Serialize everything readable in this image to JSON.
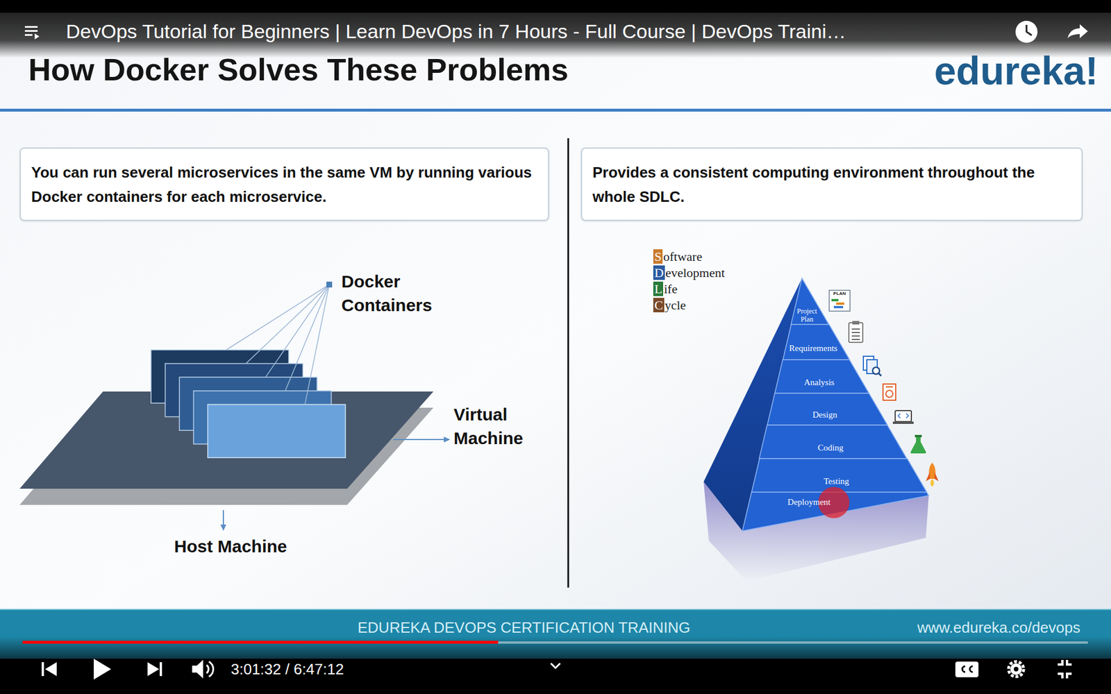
{
  "diagram": {
    "title": "How Docker Solves These Problems",
    "nodes": [
      {
        "text": [
          "You can run several microservices in the same VM by running various Docker containers for each microservice."
        ]
      },
      {
        "text": [
          "Provides a consistent computing environment throughout the whole SDLC."
        ]
      },
      {
        "text": [
          "Project Plan"
        ]
      },
      {
        "text": [
          "Requirements"
        ]
      },
      {
        "text": [
          "Analysis"
        ]
      },
      {
        "text": [
          "Design"
        ]
      },
      {
        "text": [
          "Coding"
        ]
      },
      {
        "text": [
          "Testing"
        ]
      },
      {
        "text": [
          "Deployment"
        ]
      }
    ],
    "labels": [
      "DevOps Tutorial for Beginners | Learn DevOps in 7 Hours - Full Course | DevOps Traini…",
      "edureka!",
      "Docker Containers",
      "Virtual Machine",
      "Host Machine",
      "Software",
      "Development",
      "Life",
      "Cycle",
      "PLAN",
      "EDUREKA DEVOPS CERTIFICATION TRAINING",
      "www.edureka.co/devops",
      "3:01:32 / 6:47:12"
    ]
  }
}
